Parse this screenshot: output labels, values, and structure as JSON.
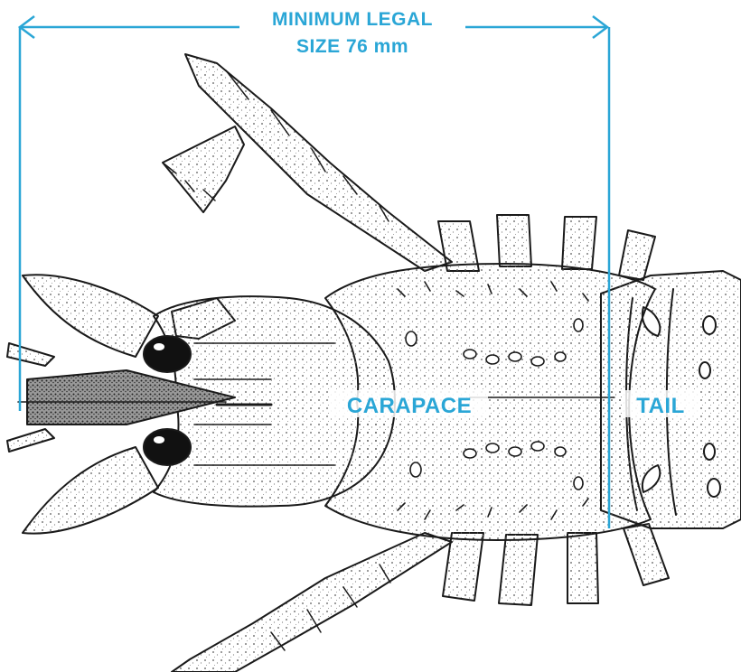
{
  "diagram": {
    "measure_label_line1": "MINIMUM LEGAL",
    "measure_label_line2": "SIZE 76 mm",
    "carapace_label": "CARAPACE",
    "tail_label": "TAIL",
    "accent_color": "#2aa6d6",
    "subject": "lobster-dorsal-view"
  }
}
